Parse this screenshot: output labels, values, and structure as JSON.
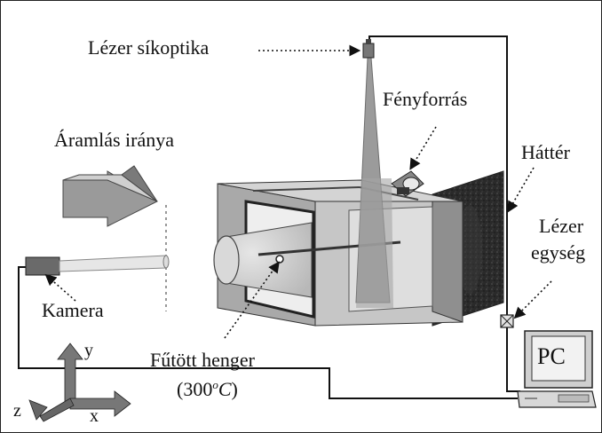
{
  "labels": {
    "laser_optics": "Lézer síkoptika",
    "light_source": "Fényforrás",
    "flow_direction": "Áramlás iránya",
    "background": "Háttér",
    "laser_unit_line1": "Lézer",
    "laser_unit_line2": "egység",
    "camera": "Kamera",
    "heated_cylinder": "Fűtött henger",
    "temperature_open": "(300",
    "temperature_sup": "o",
    "temperature_unit": "C",
    "temperature_close": ")",
    "pc": "PC"
  },
  "axes": {
    "x": "x",
    "y": "y",
    "z": "z"
  }
}
